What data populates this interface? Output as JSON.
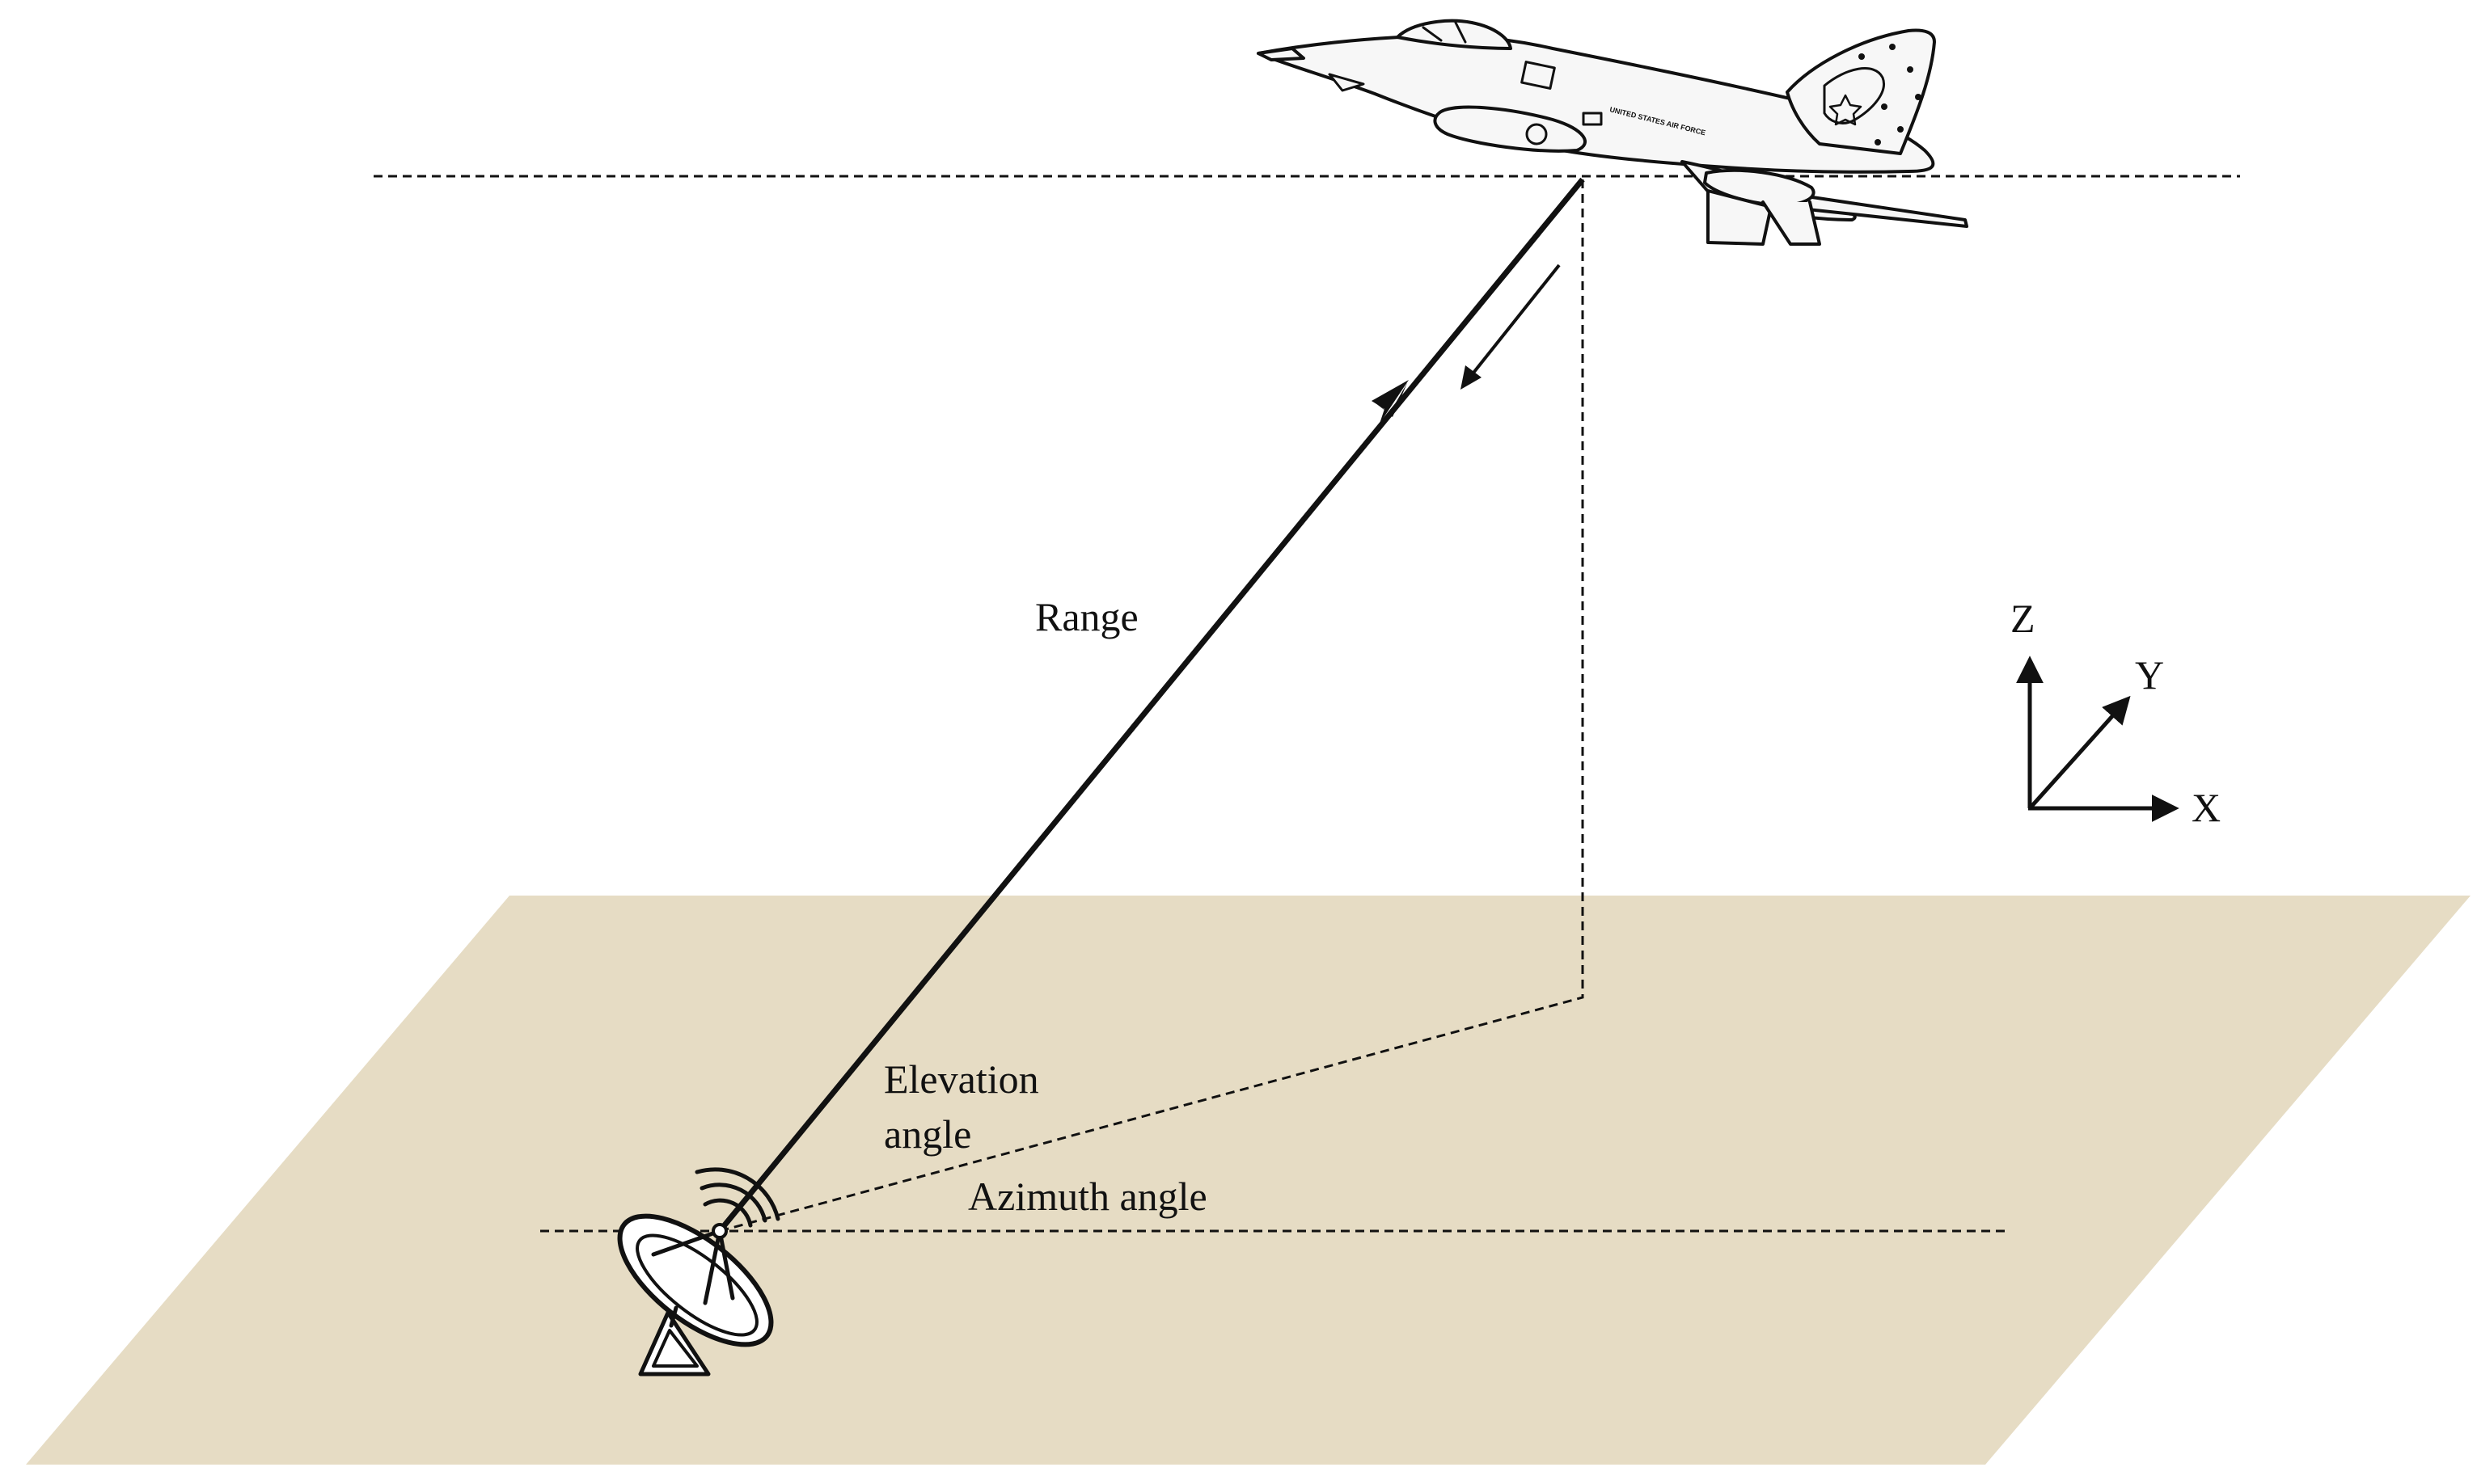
{
  "labels": {
    "range": "Range",
    "elevation_line1": "Elevation",
    "elevation_line2": "angle",
    "azimuth": "Azimuth angle"
  },
  "axes": {
    "z": "Z",
    "y": "Y",
    "x": "X"
  },
  "aircraft": {
    "fuselage_text": "UNITED STATES AIR FORCE"
  },
  "colors": {
    "ground": "#e6dcc4",
    "ink": "#111111",
    "aircraft_fill": "#f7f7f7"
  },
  "icons": {
    "radar": "radar-dish-icon",
    "aircraft": "fighter-jet-icon"
  }
}
